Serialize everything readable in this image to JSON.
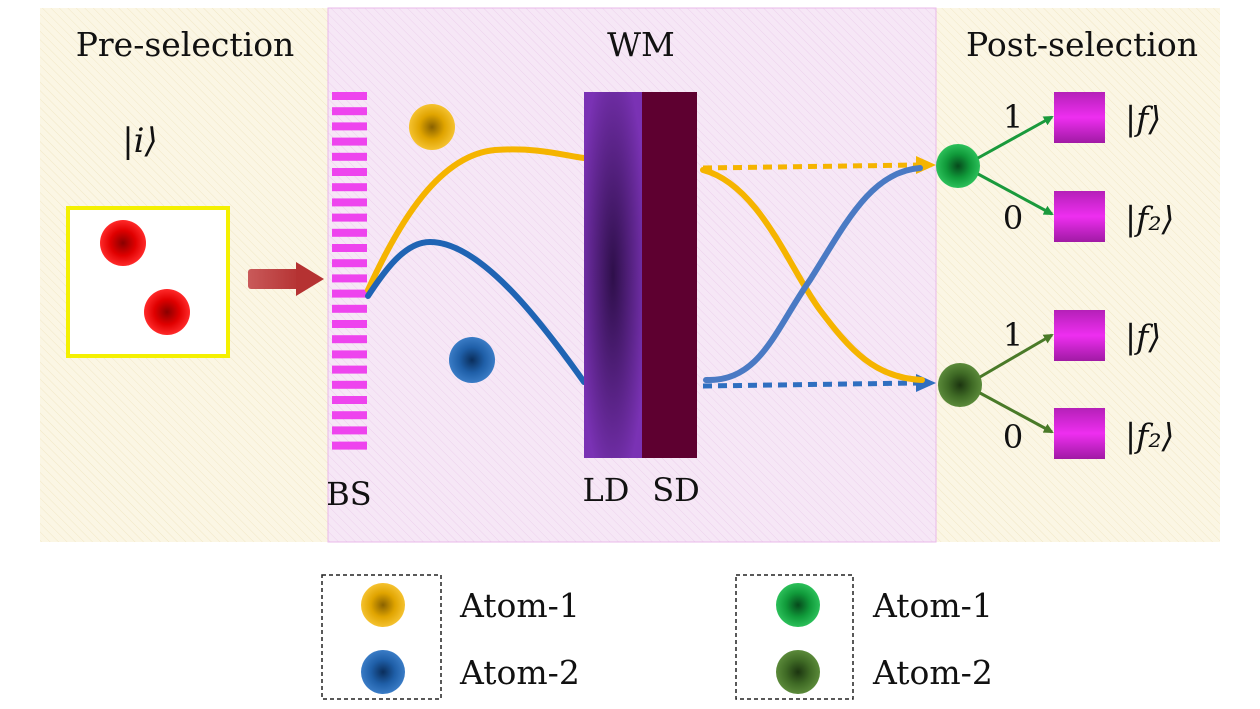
{
  "sections": {
    "pre_title": "Pre-selection",
    "wm_title": "WM",
    "post_title": "Post-selection"
  },
  "labels": {
    "initial_state": "|i⟩",
    "beam_splitter": "BS",
    "ld": "LD",
    "sd": "SD"
  },
  "outcomes": {
    "upper": [
      {
        "value": "1",
        "state": "|f⟩"
      },
      {
        "value": "0",
        "state": "|f₂⟩"
      }
    ],
    "lower": [
      {
        "value": "1",
        "state": "|f⟩"
      },
      {
        "value": "0",
        "state": "|f₂⟩"
      }
    ]
  },
  "legend": {
    "left": [
      {
        "label": "Atom-1",
        "color": "#e8a800"
      },
      {
        "label": "Atom-2",
        "color": "#1f5fa8"
      }
    ],
    "right": [
      {
        "label": "Atom-1",
        "color": "#119a3c"
      },
      {
        "label": "Atom-2",
        "color": "#3f6a25"
      }
    ]
  },
  "colors": {
    "pre_bg": "#fbf6e4",
    "wm_bg": "#f6e6f6",
    "post_bg": "#fbf6e4",
    "atom_initial": "#e00000",
    "path_atom1": "#f5b400",
    "path_atom2": "#2f6fc0",
    "ld": "#6f2a9e",
    "sd": "#5e0030",
    "bs": "#ee44ee",
    "arrow_upper": "#1a9a3c",
    "arrow_lower": "#4a7a28",
    "detector": "#e31fe6"
  }
}
